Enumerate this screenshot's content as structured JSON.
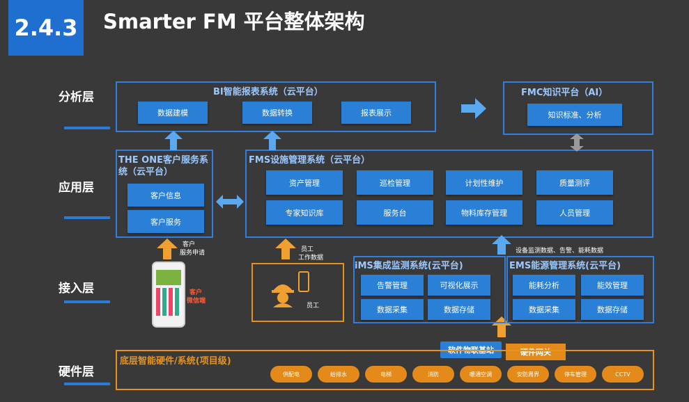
{
  "header": {
    "section_number": "2.4.3",
    "title": "Smarter FM 平台整体架构"
  },
  "layers": {
    "analysis": "分析层",
    "application": "应用层",
    "access": "接入层",
    "hardware": "硬件层"
  },
  "bi": {
    "title": "BI智能报表系统（云平台）",
    "modules": [
      "数据建模",
      "数据转换",
      "报表展示"
    ]
  },
  "fmc": {
    "title": "FMC知识平台（AI）",
    "modules": [
      "知识标准、分析"
    ]
  },
  "theone": {
    "title_line1": "THE ONE客户服务系",
    "title_line2": "统（云平台）",
    "modules": [
      "客户信息",
      "客户服务"
    ]
  },
  "fms": {
    "title": "FMS设施管理系统（云平台）",
    "modules": [
      "资产管理",
      "巡检管理",
      "计划性维护",
      "质量测评",
      "专家知识库",
      "服务台",
      "物料库存管理",
      "人员管理"
    ]
  },
  "access_notes": {
    "customer_line1": "客户",
    "customer_line2": "服务申请",
    "customer_app": "客户",
    "customer_app2": "微信端",
    "staff_line1": "员工",
    "staff_line2": "工作数据",
    "staff_label": "员工",
    "device_data": "设备监测数据、告警、能耗数据"
  },
  "ims": {
    "title": "iMS集成监测系统(云平台)",
    "modules": [
      "告警管理",
      "可视化展示",
      "数据采集",
      "数据存储"
    ]
  },
  "ems": {
    "title": "EMS能源管理系统(云平台)",
    "modules": [
      "能耗分析",
      "能效管理",
      "数据采集",
      "数据存储"
    ]
  },
  "gateways": {
    "iot": "软件物联基站",
    "hw": "硬件网关"
  },
  "hardware": {
    "title": "底层智能硬件/系统(项目级)",
    "items": [
      "供配电",
      "给排水",
      "电梯",
      "消防",
      "暖通空调",
      "安防周界",
      "停车管理",
      "CCTV"
    ]
  },
  "colors": {
    "accent_blue": "#2a7fd6",
    "frame_blue": "#2f7ee0",
    "orange": "#e38a1a",
    "background": "#3a3939"
  }
}
